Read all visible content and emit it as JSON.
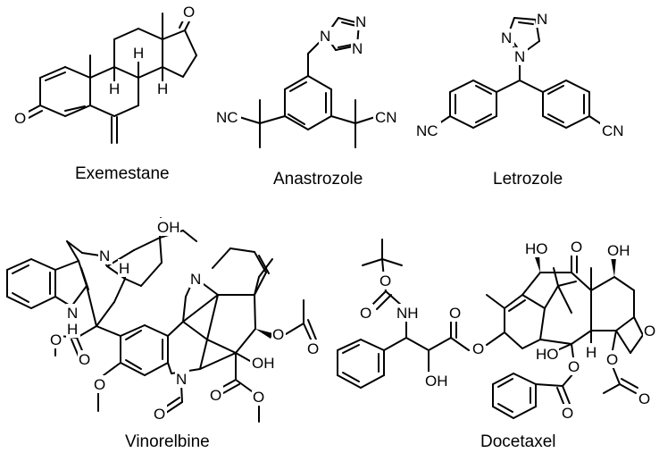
{
  "compounds": [
    {
      "name": "Exemestane"
    },
    {
      "name": "Anastrozole"
    },
    {
      "name": "Letrozole"
    },
    {
      "name": "Vinorelbine"
    },
    {
      "name": "Docetaxel"
    }
  ],
  "atoms": {
    "O": "O",
    "N": "N",
    "H": "H",
    "NC": "NC",
    "CN": "CN",
    "HO": "HO",
    "OH": "OH",
    "NH": "NH"
  }
}
